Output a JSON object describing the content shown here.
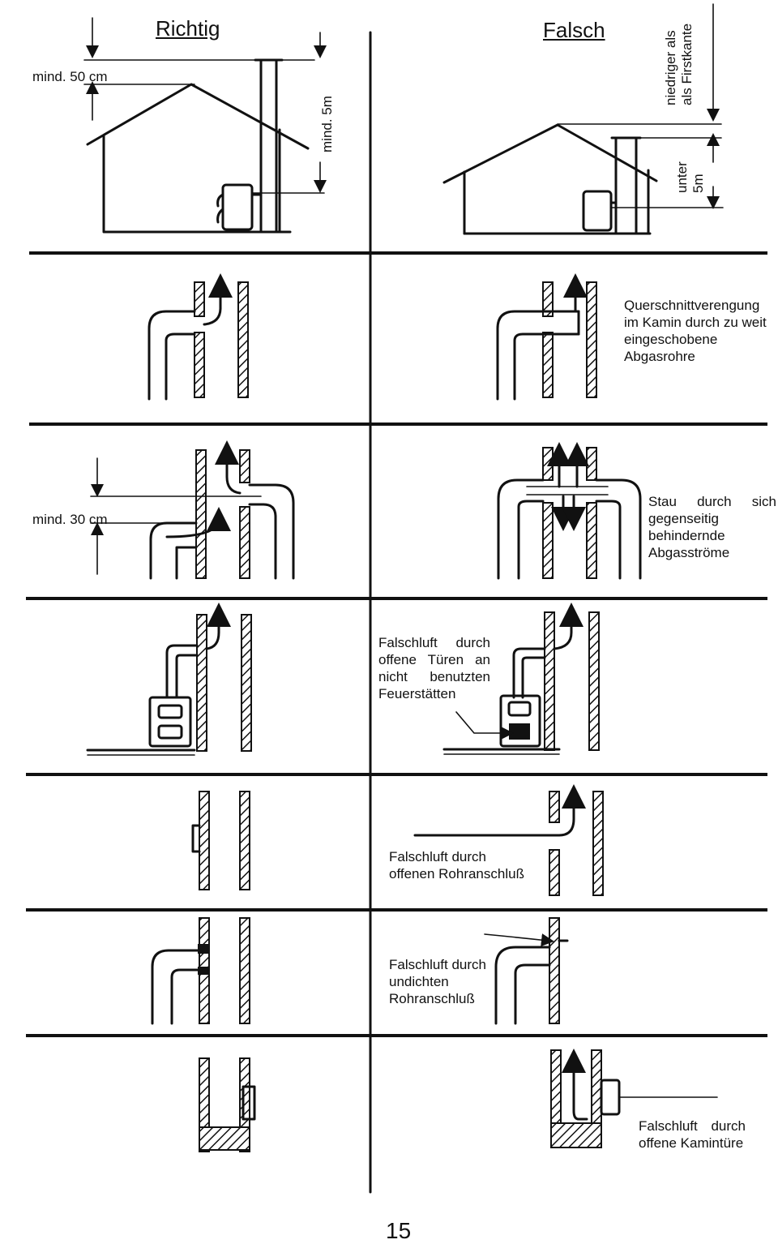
{
  "headings": {
    "correct": "Richtig",
    "wrong": "Falsch"
  },
  "labels": {
    "min_50cm": "mind. 50 cm",
    "min_5m": "mind. 5m",
    "lower_than_ridge": "niedriger als\nals Firstkante",
    "under_5m": "unter\n5m",
    "min_30cm": "mind. 30 cm"
  },
  "notes": {
    "cross_section": "Querschnittverengung im Kamin durch zu weit eingeschobene Abgasrohre",
    "congestion": "Stau durch sich gegenseitig behindernde Abgasströme",
    "open_doors": "Falschluft durch offene Türen an nicht benutzten Feuerstätten",
    "open_pipe": "Falschluft durch offenen Rohranschluß",
    "leaky_pipe": "Falschluft durch undichten Rohranschluß",
    "chimney_door": "Falschluft durch offene Kamintüre"
  },
  "page_number": "15"
}
